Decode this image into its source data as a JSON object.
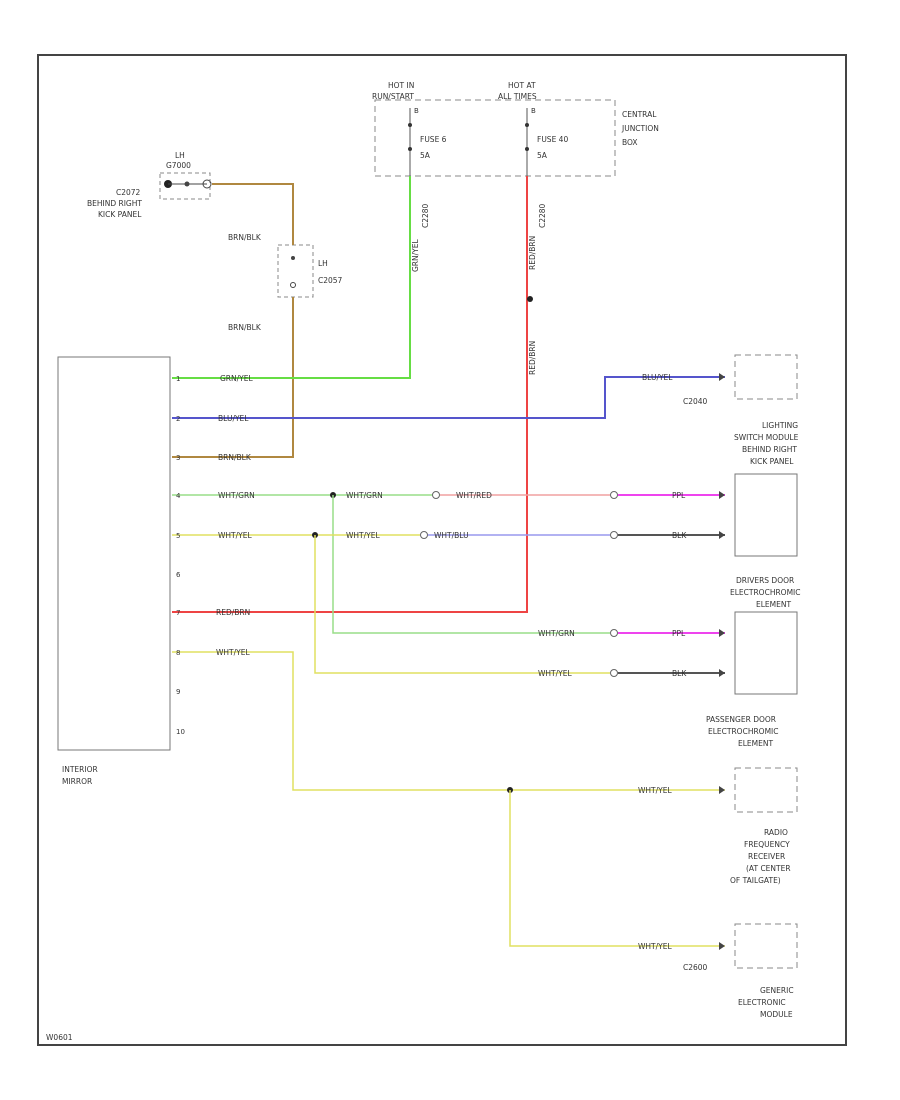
{
  "top_labels": {
    "hot_in_left": [
      "HOT IN",
      "RUN/START"
    ],
    "hot_at_right": [
      "HOT AT",
      "ALL TIMES"
    ],
    "cjb": [
      "CENTRAL",
      "JUNCTION",
      "BOX"
    ],
    "fuse_left": "FUSE 6",
    "fuse_left_amp": "5A",
    "fuse_right": "FUSE 40",
    "fuse_right_amp": "5A",
    "conn_left": "C2280",
    "conn_right": "C2280"
  },
  "ground_block": {
    "label_top": [
      "LH",
      "G7000"
    ],
    "label_side": [
      "C2072",
      "BEHIND RIGHT",
      "KICK PANEL"
    ]
  },
  "splice": {
    "label": [
      "LH",
      "C2057"
    ],
    "wire_top": "BRN/BLK",
    "wire_bottom": "BRN/BLK"
  },
  "left_module": {
    "name": [
      "INTERIOR",
      "MIRROR"
    ],
    "pins": [
      "1",
      "2",
      "3",
      "4",
      "5",
      "6",
      "7",
      "8",
      "9",
      "10"
    ]
  },
  "wires": {
    "green_yel": "GRN/YEL",
    "green_yel_vertical": "GRN/YEL",
    "blu_yel": "BLU/YEL",
    "blu_yel_right": "BLU/YEL",
    "brn_blk": "BRN/BLK",
    "wht_grn_1": "WHT/GRN",
    "wht_grn_2": "WHT/GRN",
    "wht_grn_3": "WHT/GRN",
    "wht_red": "WHT/RED",
    "wht_yel_1": "WHT/YEL",
    "wht_yel_2": "WHT/YEL",
    "wht_yel_3": "WHT/YEL",
    "wht_yel_4": "WHT/YEL",
    "wht_yel_5": "WHT/YEL",
    "wht_yel_6": "WHT/YEL",
    "wht_blu": "WHT/BLU",
    "red_brn": "RED/BRN",
    "red_brn_v1": "RED/BRN",
    "red_brn_v2": "RED/BRN",
    "ppl_1": "PPL",
    "ppl_2": "PPL",
    "blk_1": "BLK",
    "blk_2": "BLK"
  },
  "right_components": {
    "c2040": "C2040",
    "lighting": [
      "LIGHTING",
      "SWITCH MODULE",
      "BEHIND RIGHT",
      "KICK PANEL"
    ],
    "drivers_door": [
      "DRIVERS DOOR",
      "ELECTROCHROMIC",
      "ELEMENT"
    ],
    "passenger_door": [
      "PASSENGER DOOR",
      "ELECTROCHROMIC",
      "ELEMENT"
    ],
    "rf_receiver": [
      "RADIO",
      "FREQUENCY",
      "RECEIVER",
      "(AT CENTER",
      "OF TAILGATE)"
    ],
    "c2600": "C2600",
    "gem": [
      "GENERIC",
      "ELECTRONIC",
      "MODULE"
    ]
  },
  "footer_code": "W0601",
  "colors": {
    "green": "#66dd44",
    "blue": "#5555cc",
    "brown": "#b08840",
    "yellow": "#e0e060",
    "red": "#ee4444",
    "magenta": "#ee44ee",
    "pink": "#f0a0a0",
    "lavender": "#9999ee",
    "black": "#333333"
  }
}
